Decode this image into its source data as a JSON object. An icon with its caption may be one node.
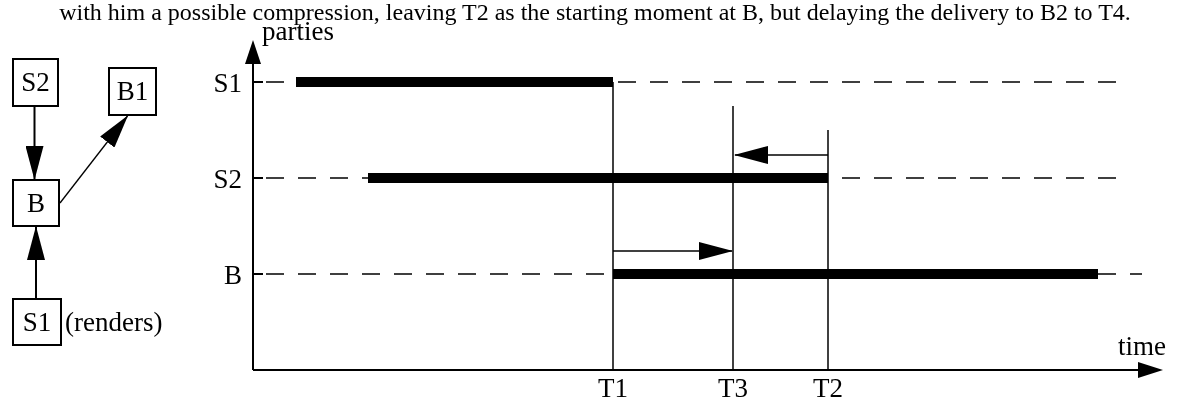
{
  "diagram": {
    "nodes": [
      {
        "text": [
          "S2"
        ]
      },
      {
        "text": [
          "B1"
        ]
      },
      {
        "text": [
          "B"
        ]
      },
      {
        "text": [
          "S1"
        ],
        "beside": [
          "(renders)"
        ]
      }
    ],
    "edges": [
      {
        "from": 0,
        "to": 2,
        "arrow": "to"
      },
      {
        "from": 2,
        "to": 1,
        "arrow": "to"
      },
      {
        "from": 3,
        "to": 2,
        "arrow": "to"
      }
    ],
    "labels": [
      "with him a possible compression, leaving T2 as the starting moment at B, but delaying the delivery to B2 to T4.",
      "parties",
      "S1",
      "S2",
      "B",
      "time",
      "T1",
      "T3",
      "T2"
    ]
  }
}
